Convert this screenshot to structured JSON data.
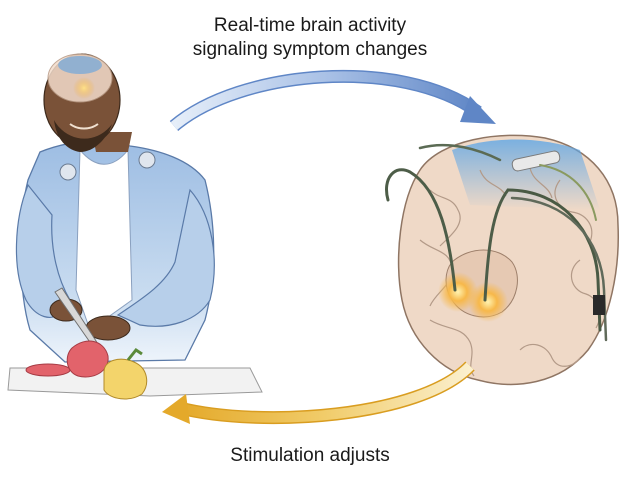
{
  "captions": {
    "top_line_1": "Real-time brain activity",
    "top_line_2": "signaling symptom changes",
    "bottom": "Stimulation adjusts"
  },
  "colors": {
    "feedback_arrow": "#6d8fc9",
    "stimulation_arrow": "#e8b43a",
    "shirt": "#a9c4e4",
    "skin": "#7a5238",
    "brain_tissue": "#efd9c7",
    "brain_activity_highlight": "#7fb3e8",
    "stimulation_glow": "#f5a623",
    "pepper_red": "#e2636b",
    "pepper_yellow": "#f3d46b"
  },
  "icons": {
    "person": "person-chopping-vegetables-illustration",
    "brain": "brain-cross-section-with-implanted-electrodes",
    "feedback_arrow": "curved-arrow-right-icon",
    "stimulation_arrow": "curved-arrow-left-icon"
  }
}
